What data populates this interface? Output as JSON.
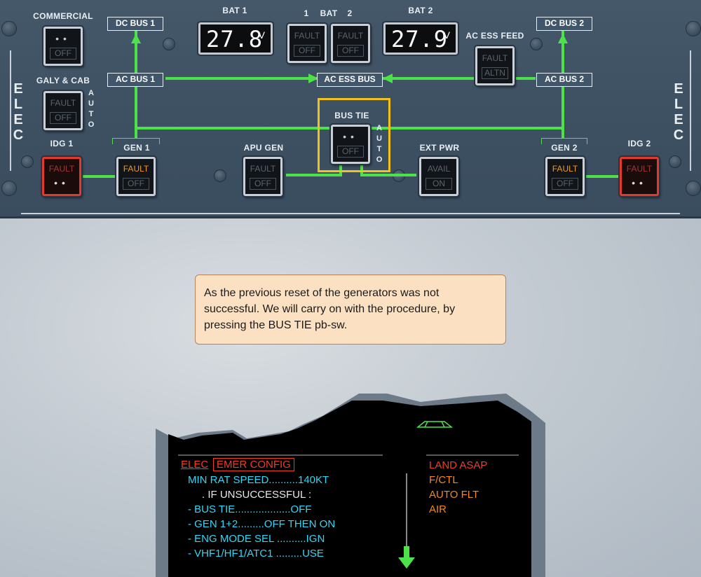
{
  "panel": {
    "commercial": {
      "label": "COMMERCIAL",
      "lower": "OFF"
    },
    "galy_cab": {
      "label": "GALY & CAB",
      "upper": "FAULT",
      "lower": "OFF",
      "side": [
        "A",
        "U",
        "T",
        "O"
      ]
    },
    "elec_left": [
      "E",
      "L",
      "E",
      "C"
    ],
    "elec_right": [
      "E",
      "L",
      "E",
      "C"
    ],
    "dc_bus_1": "DC BUS 1",
    "dc_bus_2": "DC BUS 2",
    "ac_bus_1": "AC BUS 1",
    "ac_bus_2": "AC BUS 2",
    "ac_ess_bus": "AC ESS BUS",
    "bat1": {
      "label": "BAT 1",
      "value": "27.8",
      "unit": "V"
    },
    "bat2": {
      "label": "BAT 2",
      "value": "27.9",
      "unit": "V"
    },
    "bat_pbs": {
      "label_1": "1",
      "label_mid": "BAT",
      "label_2": "2",
      "upper": "FAULT",
      "lower": "OFF"
    },
    "ac_ess_feed": {
      "label": "AC ESS FEED",
      "upper": "FAULT",
      "lower": "ALTN"
    },
    "bus_tie": {
      "label": "BUS TIE",
      "lower": "OFF",
      "side": [
        "A",
        "U",
        "T",
        "O"
      ]
    },
    "idg1": {
      "label": "IDG 1",
      "upper": "FAULT"
    },
    "idg2": {
      "label": "IDG 2",
      "upper": "FAULT"
    },
    "gen1": {
      "label": "GEN 1",
      "upper": "FAULT",
      "lower": "OFF"
    },
    "gen2": {
      "label": "GEN 2",
      "upper": "FAULT",
      "lower": "OFF"
    },
    "apu_gen": {
      "label": "APU GEN",
      "upper": "FAULT",
      "lower": "OFF"
    },
    "ext_pwr": {
      "label": "EXT PWR",
      "upper": "AVAIL",
      "lower": "ON"
    }
  },
  "callout": {
    "text": "As the previous reset of the generators was not successful. We will carry on with the procedure, by pressing the BUS TIE pb-sw."
  },
  "ecam": {
    "title_elec": "ELEC",
    "title_config": "EMER CONFIG",
    "lines": [
      {
        "text": "MIN RAT SPEED..........140KT"
      },
      {
        "text": ". IF UNSUCCESSFUL :"
      },
      {
        "text": "- BUS TIE...................OFF"
      },
      {
        "text": "- GEN 1+2.........OFF THEN ON"
      },
      {
        "text": "- ENG MODE SEL ..........IGN"
      },
      {
        "text": "- VHF1/HF1/ATC1 .........USE"
      }
    ],
    "right": [
      "LAND ASAP",
      "F/CTL",
      "AUTO FLT",
      "AIR"
    ],
    "colors": {
      "cyan": "#34d6f5",
      "red": "#f23c24",
      "amber": "#f2891c",
      "green": "#4ee24a"
    }
  }
}
